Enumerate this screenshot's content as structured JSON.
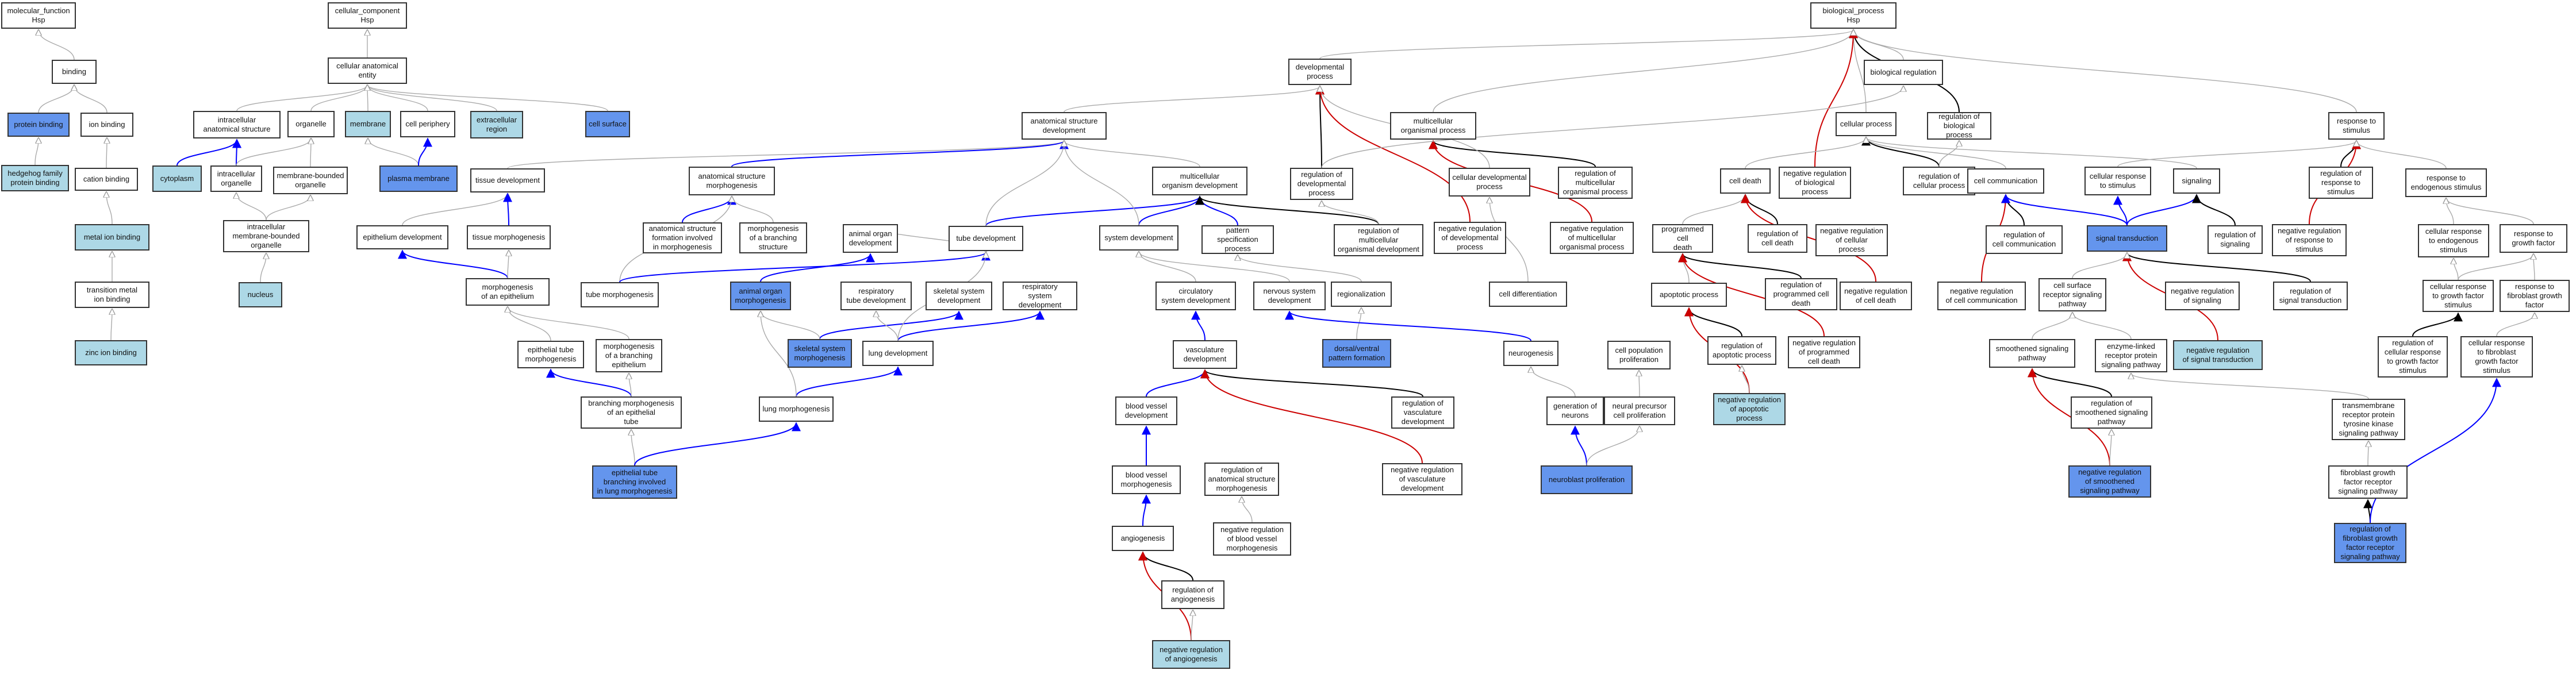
{
  "colors": {
    "dark_fill": "#6495ed",
    "light_fill": "#add8e6",
    "is_a": "#aaaaaa",
    "part_of": "#000000",
    "regulates": "#0000ff",
    "neg_regulates": "#cc0000"
  },
  "nodes": {
    "molecular_function": "molecular_function\nHsp",
    "binding": "binding",
    "protein_binding": "protein binding",
    "hedgehog_family_protein_binding": "hedgehog family\nprotein binding",
    "ion_binding": "ion binding",
    "cation_binding": "cation binding",
    "metal_ion_binding": "metal ion binding",
    "transition_metal_ion_binding": "transition metal\nion binding",
    "zinc_ion_binding": "zinc ion binding",
    "cellular_component": "cellular_component\nHsp",
    "cellular_anatomical_entity": "cellular anatomical\nentity",
    "intracellular_anatomical_structure": "intracellular\nanatomical structure",
    "cytoplasm": "cytoplasm",
    "intracellular_organelle": "intracellular\norganelle",
    "organelle": "organelle",
    "membrane_bounded_organelle": "membrane-bounded\norganelle",
    "intracellular_membrane_bounded_organelle": "intracellular\nmembrane-bounded\norganelle",
    "nucleus": "nucleus",
    "membrane": "membrane",
    "cell_periphery": "cell periphery",
    "plasma_membrane": "plasma membrane",
    "extracellular_region": "extracellular\nregion",
    "cell_surface": "cell surface",
    "biological_process": "biological_process\nHsp",
    "developmental_process": "developmental\nprocess",
    "anatomical_structure_development": "anatomical structure\ndevelopment",
    "multicellular_organismal_process": "multicellular\norganismal process",
    "tissue_development": "tissue development",
    "epithelium_development": "epithelium development",
    "tissue_morphogenesis": "tissue morphogenesis",
    "morphogenesis_of_an_epithelium": "morphogenesis\nof an epithelium",
    "epithelial_tube_morphogenesis": "epithelial tube\nmorphogenesis",
    "morphogenesis_of_a_branching_epithelium": "morphogenesis\nof a branching\nepithelium",
    "branching_morphogenesis_of_an_epithelial_tube": "branching morphogenesis\nof an epithelial\ntube",
    "epithelial_tube_branching_lung": "epithelial tube\nbranching involved\nin lung morphogenesis",
    "anatomical_structure_morphogenesis": "anatomical structure\nmorphogenesis",
    "anatomical_structure_formation": "anatomical structure\nformation involved\nin morphogenesis",
    "morphogenesis_of_a_branching_structure": "morphogenesis\nof a branching\nstructure",
    "tube_morphogenesis": "tube morphogenesis",
    "animal_organ_development": "animal organ\ndevelopment",
    "animal_organ_morphogenesis": "animal organ\nmorphogenesis",
    "tube_development": "tube development",
    "respiratory_tube_development": "respiratory\ntube development",
    "skeletal_system_development": "skeletal system\ndevelopment",
    "skeletal_system_morphogenesis": "skeletal system\nmorphogenesis",
    "respiratory_system_development": "respiratory\nsystem development",
    "lung_development": "lung development",
    "lung_morphogenesis": "lung morphogenesis",
    "multicellular_organism_development": "multicellular\norganism development",
    "system_development": "system development",
    "pattern_specification_process": "pattern specification\nprocess",
    "circulatory_system_development": "circulatory\nsystem development",
    "nervous_system_development": "nervous system\ndevelopment",
    "regionalization": "regionalization",
    "dorsal_ventral_pattern_formation": "dorsal/ventral\npattern formation",
    "vasculature_development": "vasculature\ndevelopment",
    "blood_vessel_development": "blood vessel\ndevelopment",
    "blood_vessel_morphogenesis": "blood vessel\nmorphogenesis",
    "angiogenesis": "angiogenesis",
    "regulation_of_angiogenesis": "regulation of\nangiogenesis",
    "negative_regulation_of_angiogenesis": "negative regulation\nof angiogenesis",
    "regulation_of_anatomical_structure_morphogenesis": "regulation of\nanatomical structure\nmorphogenesis",
    "negative_regulation_of_blood_vessel_morphogenesis": "negative regulation\nof blood vessel\nmorphogenesis",
    "regulation_of_vasculature_development": "regulation of\nvasculature\ndevelopment",
    "negative_regulation_of_vasculature_development": "negative regulation\nof vasculature\ndevelopment",
    "regulation_of_developmental_process": "regulation of\ndevelopmental\nprocess",
    "regulation_of_multicellular_organismal_development": "regulation of\nmulticellular\norganismal development",
    "negative_regulation_of_developmental_process": "negative regulation\nof developmental\nprocess",
    "cellular_developmental_process": "cellular developmental\nprocess",
    "regulation_of_multicellular_organismal_process": "regulation of\nmulticellular\norganismal process",
    "negative_regulation_of_multicellular_organismal_process": "negative regulation\nof multicellular\norganismal process",
    "cell_differentiation": "cell differentiation",
    "neurogenesis": "neurogenesis",
    "generation_of_neurons": "generation of\nneurons",
    "neuroblast_proliferation": "neuroblast proliferation",
    "cell_population_proliferation": "cell population\nproliferation",
    "neural_precursor_cell_proliferation": "neural precursor\ncell proliferation",
    "biological_regulation": "biological regulation",
    "cellular_process": "cellular process",
    "regulation_of_biological_process": "regulation of\nbiological process",
    "cell_death": "cell death",
    "negative_regulation_of_biological_process": "negative regulation\nof biological\nprocess",
    "regulation_of_cellular_process": "regulation of\ncellular process",
    "programmed_cell_death": "programmed cell\ndeath",
    "regulation_of_cell_death": "regulation of\ncell death",
    "negative_regulation_of_cellular_process": "negative regulation\nof cellular\nprocess",
    "apoptotic_process": "apoptotic process",
    "regulation_of_programmed_cell_death": "regulation of\nprogrammed cell\ndeath",
    "negative_regulation_of_cell_death": "negative regulation\nof cell death",
    "regulation_of_apoptotic_process": "regulation of\napoptotic process",
    "negative_regulation_of_programmed_cell_death": "negative regulation\nof programmed\ncell death",
    "negative_regulation_of_apoptotic_process": "negative regulation\nof apoptotic\nprocess",
    "cell_communication": "cell communication",
    "regulation_of_cell_communication": "regulation of\ncell communication",
    "negative_regulation_of_cell_communication": "negative regulation\nof cell communication",
    "cellular_response_to_stimulus": "cellular response\nto stimulus",
    "signaling": "signaling",
    "signal_transduction": "signal transduction",
    "regulation_of_signaling": "regulation of\nsignaling",
    "negative_regulation_of_signaling": "negative regulation\nof signaling",
    "regulation_of_signal_transduction": "regulation of\nsignal transduction",
    "negative_regulation_of_signal_transduction": "negative regulation\nof signal transduction",
    "cell_surface_receptor_signaling_pathway": "cell surface\nreceptor signaling\npathway",
    "enzyme_linked_receptor_protein_signaling_pathway": "enzyme-linked\nreceptor protein\nsignaling pathway",
    "smoothened_signaling_pathway": "smoothened signaling\npathway",
    "regulation_of_smoothened_signaling_pathway": "regulation of\nsmoothened signaling\npathway",
    "negative_regulation_of_smoothened_signaling_pathway": "negative regulation\nof smoothened\nsignaling pathway",
    "transmembrane_receptor_protein_tyrosine_kinase_signaling_pathway": "transmembrane\nreceptor protein\ntyrosine kinase\nsignaling pathway",
    "fibroblast_growth_factor_receptor_signaling_pathway": "fibroblast growth\nfactor receptor\nsignaling pathway",
    "regulation_of_fibroblast_growth_factor_receptor_signaling_pathway": "regulation of\nfibroblast growth\nfactor receptor\nsignaling pathway",
    "response_to_stimulus": "response to\nstimulus",
    "regulation_of_response_to_stimulus": "regulation of\nresponse to\nstimulus",
    "negative_regulation_of_response_to_stimulus": "negative regulation\nof response to\nstimulus",
    "response_to_endogenous_stimulus": "response to\nendogenous stimulus",
    "cellular_response_to_endogenous_stimulus": "cellular response\nto endogenous\nstimulus",
    "response_to_growth_factor": "response to\ngrowth factor",
    "cellular_response_to_growth_factor_stimulus": "cellular response\nto growth factor\nstimulus",
    "regulation_of_cellular_response_to_growth_factor_stimulus": "regulation of\ncellular response\nto growth factor\nstimulus",
    "response_to_fibroblast_growth_factor": "response to\nfibroblast growth\nfactor",
    "cellular_response_to_fibroblast_growth_factor_stimulus": "cellular response\nto fibroblast\ngrowth factor\nstimulus"
  }
}
